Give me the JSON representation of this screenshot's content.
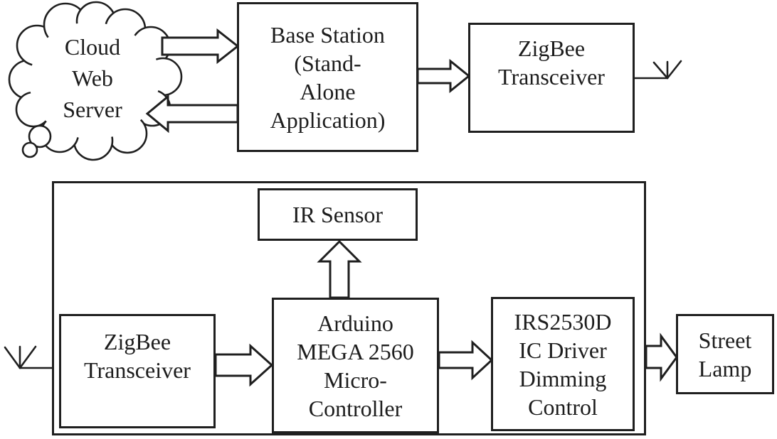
{
  "diagram": {
    "ink_color": "#1f1f1f",
    "background_color": "#ffffff",
    "nodes": {
      "cloud": {
        "label": "Cloud\nWeb\nServer",
        "shape": "cloud"
      },
      "base_station": {
        "label": "Base Station\n(Stand-\nAlone\nApplication)",
        "shape": "rect"
      },
      "zigbee_top": {
        "label": "ZigBee\nTransceiver",
        "shape": "rect"
      },
      "ir_sensor": {
        "label": "IR Sensor",
        "shape": "rect"
      },
      "zigbee_bottom": {
        "label": "ZigBee\nTransceiver",
        "shape": "rect"
      },
      "arduino": {
        "label": "Arduino\nMEGA 2560\nMicro-\nController",
        "shape": "rect"
      },
      "driver": {
        "label": "IRS2530D\nIC Driver\nDimming\nControl",
        "shape": "rect"
      },
      "street_lamp": {
        "label": "Street\nLamp",
        "shape": "rect"
      },
      "lamp_unit": {
        "label": "",
        "shape": "container",
        "contains": [
          "zigbee_bottom",
          "ir_sensor",
          "arduino",
          "driver"
        ]
      }
    },
    "antennas": [
      {
        "attached_to": "zigbee_top",
        "position": "right"
      },
      {
        "attached_to": "lamp_unit",
        "position": "left"
      }
    ],
    "connections": [
      {
        "from": "cloud",
        "to": "base_station",
        "style": "block-arrow",
        "direction": "right"
      },
      {
        "from": "base_station",
        "to": "cloud",
        "style": "block-arrow",
        "direction": "left"
      },
      {
        "from": "base_station",
        "to": "zigbee_top",
        "style": "block-arrow",
        "direction": "right"
      },
      {
        "from": "zigbee_top",
        "to": "zigbee_bottom",
        "style": "wireless-antenna-link"
      },
      {
        "from": "zigbee_bottom",
        "to": "arduino",
        "style": "block-arrow",
        "direction": "right"
      },
      {
        "from": "arduino",
        "to": "ir_sensor",
        "style": "block-arrow",
        "direction": "up"
      },
      {
        "from": "arduino",
        "to": "driver",
        "style": "block-arrow",
        "direction": "right"
      },
      {
        "from": "lamp_unit",
        "to": "street_lamp",
        "style": "block-arrow",
        "direction": "right"
      }
    ]
  }
}
